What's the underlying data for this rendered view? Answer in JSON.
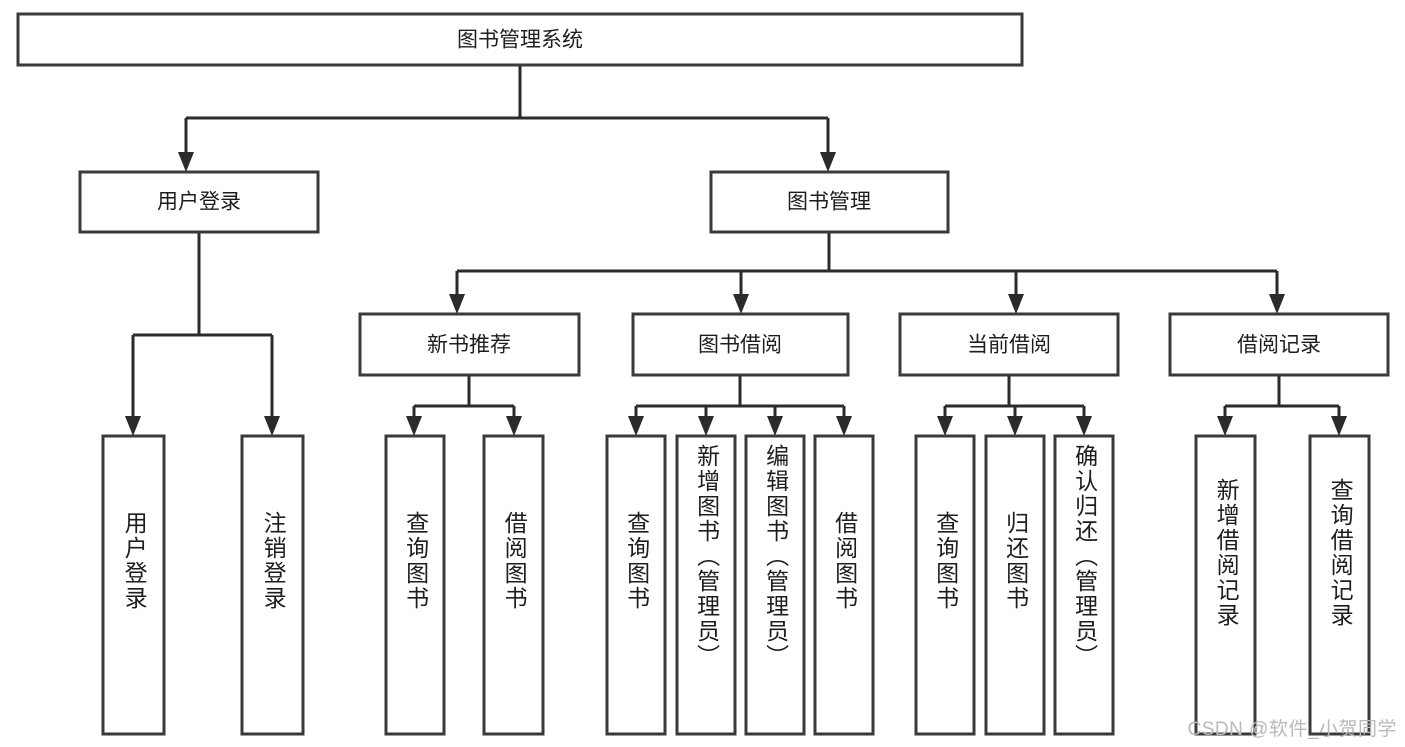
{
  "diagram": {
    "title": "图书管理系统",
    "type": "tree-hierarchy",
    "colors": {
      "box_stroke": "#3a3a3a",
      "connector": "#2b2b2b",
      "background": "#ffffff",
      "text": "#1e1e1e",
      "watermark": "#b9b9b9"
    },
    "root": {
      "label": "图书管理系统"
    },
    "level2": [
      {
        "label": "用户登录"
      },
      {
        "label": "图书管理"
      }
    ],
    "level3": [
      {
        "label": "新书推荐"
      },
      {
        "label": "图书借阅"
      },
      {
        "label": "当前借阅"
      },
      {
        "label": "借阅记录"
      }
    ],
    "leaves": {
      "user_login": [
        {
          "label": "用户登录"
        },
        {
          "label": "注销登录"
        }
      ],
      "new_book_recommend": [
        {
          "label": "查询图书"
        },
        {
          "label": "借阅图书"
        }
      ],
      "book_borrow": [
        {
          "label": "查询图书"
        },
        {
          "label": "新增图书（管理员）"
        },
        {
          "label": "编辑图书（管理员）"
        },
        {
          "label": "借阅图书"
        }
      ],
      "current_borrow": [
        {
          "label": "查询图书"
        },
        {
          "label": "归还图书"
        },
        {
          "label": "确认归还（管理员）"
        }
      ],
      "borrow_record": [
        {
          "label": "新增借阅记录"
        },
        {
          "label": "查询借阅记录"
        }
      ]
    }
  },
  "watermark": {
    "text": "CSDN @软件_小贺同学"
  }
}
